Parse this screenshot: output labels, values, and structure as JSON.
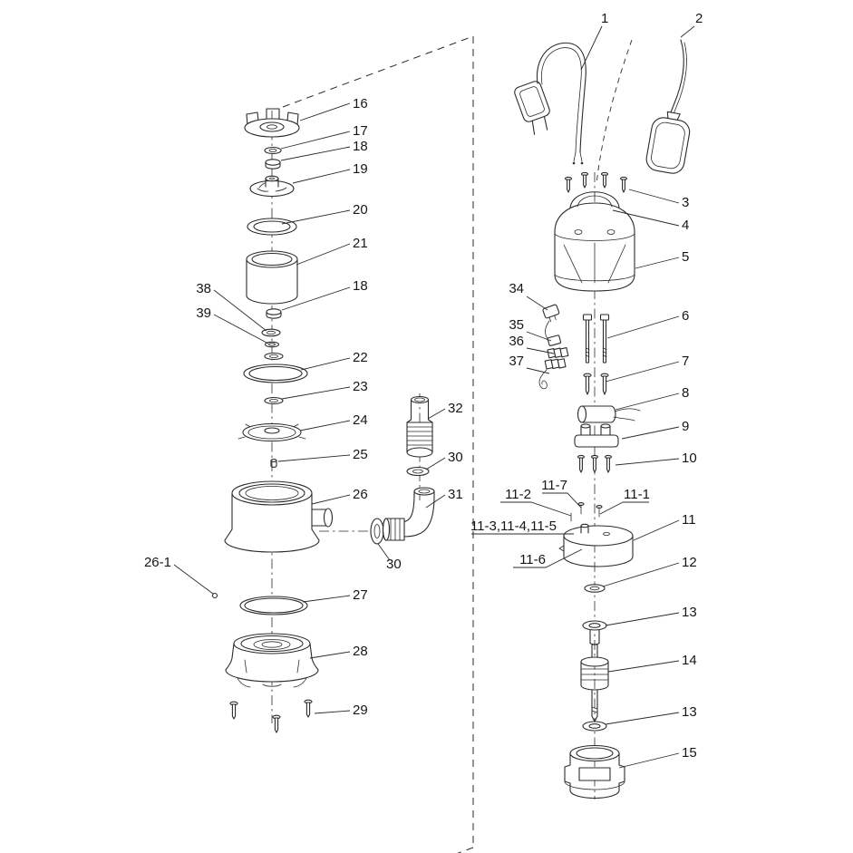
{
  "figure": {
    "kind": "exploded-parts-diagram",
    "ink_color": "#2b2b2b",
    "background_color": "#ffffff"
  },
  "callouts": {
    "n1": "1",
    "n2": "2",
    "n3": "3",
    "n4": "4",
    "n5": "5",
    "n6": "6",
    "n7": "7",
    "n8": "8",
    "n9": "9",
    "n10": "10",
    "n11": "11",
    "n11_1": "11-1",
    "n11_2": "11-2",
    "n11_345": "11-3,11-4,11-5",
    "n11_6": "11-6",
    "n11_7": "11-7",
    "n12": "12",
    "n13a": "13",
    "n13b": "13",
    "n14": "14",
    "n15": "15",
    "n16": "16",
    "n17": "17",
    "n18a": "18",
    "n18b": "18",
    "n19": "19",
    "n20": "20",
    "n21": "21",
    "n22": "22",
    "n23": "23",
    "n24": "24",
    "n25": "25",
    "n26": "26",
    "n26_1": "26-1",
    "n27": "27",
    "n28": "28",
    "n29": "29",
    "n30a": "30",
    "n30b": "30",
    "n31": "31",
    "n32": "32",
    "n34": "34",
    "n35": "35",
    "n36": "36",
    "n37": "37",
    "n38": "38",
    "n39": "39"
  }
}
